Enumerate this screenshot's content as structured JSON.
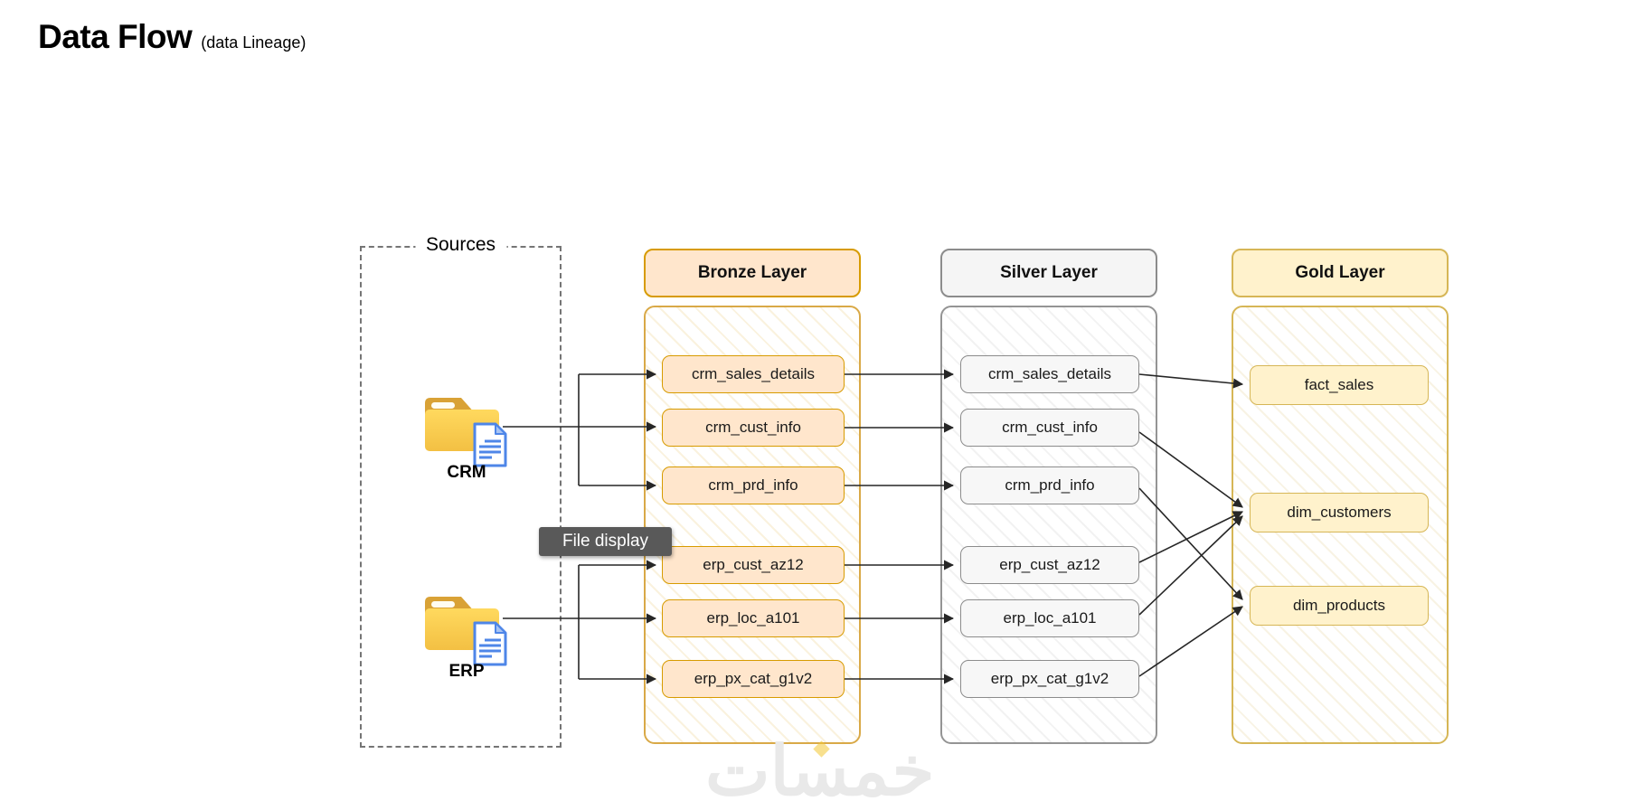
{
  "title": {
    "main": "Data Flow",
    "sub": "(data Lineage)"
  },
  "sources": {
    "label": "Sources",
    "items": [
      {
        "label": "CRM",
        "icon": "folder-with-file-icon"
      },
      {
        "label": "ERP",
        "icon": "folder-with-file-icon"
      }
    ]
  },
  "layers": {
    "bronze": {
      "title": "Bronze Layer",
      "nodes": [
        "crm_sales_details",
        "crm_cust_info",
        "crm_prd_info",
        "erp_cust_az12",
        "erp_loc_a101",
        "erp_px_cat_g1v2"
      ]
    },
    "silver": {
      "title": "Silver Layer",
      "nodes": [
        "crm_sales_details",
        "crm_cust_info",
        "crm_prd_info",
        "erp_cust_az12",
        "erp_loc_a101",
        "erp_px_cat_g1v2"
      ]
    },
    "gold": {
      "title": "Gold Layer",
      "nodes": [
        "fact_sales",
        "dim_customers",
        "dim_products"
      ]
    }
  },
  "edges": {
    "source_to_bronze": [
      "CRM -> crm_sales_details",
      "CRM -> crm_cust_info",
      "CRM -> crm_prd_info",
      "ERP -> erp_cust_az12",
      "ERP -> erp_loc_a101",
      "ERP -> erp_px_cat_g1v2"
    ],
    "bronze_to_silver": [
      "crm_sales_details -> crm_sales_details",
      "crm_cust_info -> crm_cust_info",
      "crm_prd_info -> crm_prd_info",
      "erp_cust_az12 -> erp_cust_az12",
      "erp_loc_a101 -> erp_loc_a101",
      "erp_px_cat_g1v2 -> erp_px_cat_g1v2"
    ],
    "silver_to_gold": [
      "crm_sales_details -> fact_sales",
      "crm_cust_info -> dim_customers",
      "crm_prd_info -> dim_products",
      "erp_cust_az12 -> dim_customers",
      "erp_loc_a101 -> dim_customers",
      "erp_px_cat_g1v2 -> dim_products"
    ]
  },
  "tooltip": {
    "text": "File display"
  },
  "watermark": {
    "text": "خمسات"
  },
  "colors": {
    "bronze_fill": "#FFE6CC",
    "bronze_stroke": "#D79B00",
    "silver_fill": "#F5F5F5",
    "silver_stroke": "#8C8C8C",
    "gold_fill": "#FFF2CC",
    "gold_stroke": "#D6B656",
    "arrow": "#262626",
    "tooltip_bg": "#595959",
    "folder_yellow": "#F9C840",
    "doc_blue": "#4E86E8",
    "watermark_gray": "#E9E9E9"
  }
}
